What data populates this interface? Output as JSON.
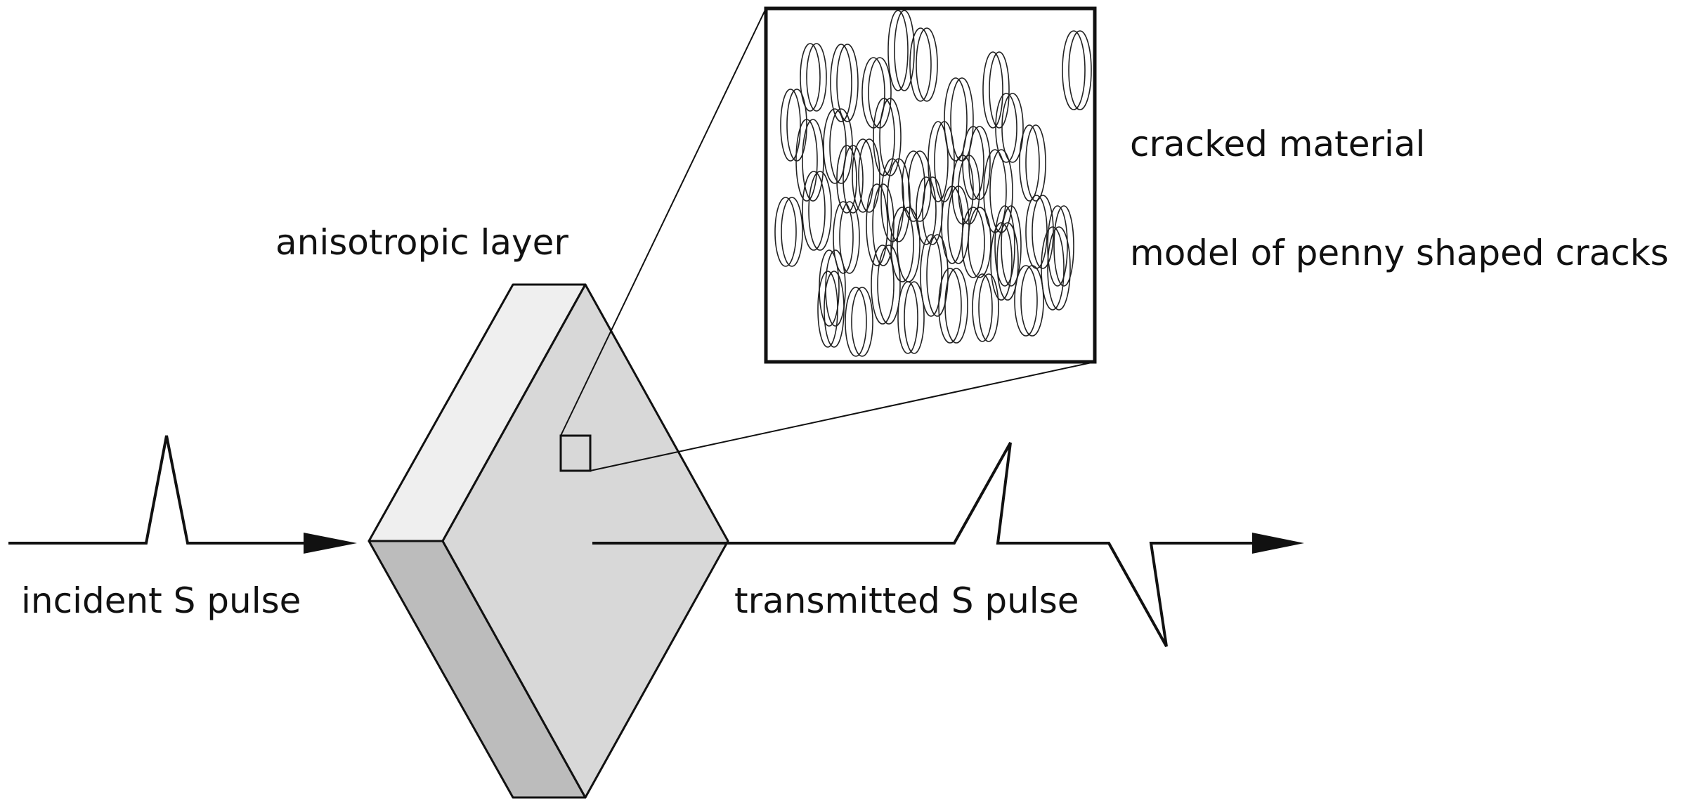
{
  "labels": {
    "anisotropic_layer": "anisotropic layer",
    "cracked_material": "cracked material",
    "crack_model": "model of penny shaped cracks",
    "incident_pulse": "incident S pulse",
    "transmitted_pulse": "transmitted S pulse"
  },
  "colors": {
    "stroke": "#111111",
    "front_face": "#d8d8d8",
    "left_top_face": "#efefef",
    "left_bottom_face": "#bcbcbc",
    "background": "#ffffff"
  }
}
